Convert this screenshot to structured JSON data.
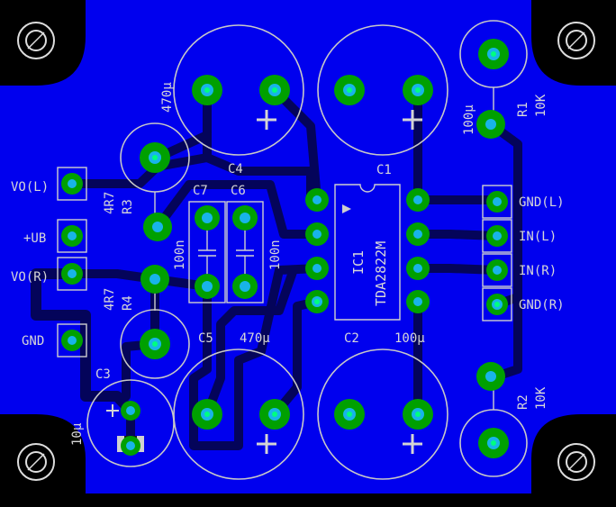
{
  "board": {
    "background_color": "#0000ee",
    "copper_pad_color": "#00a000",
    "via_hole_color": "#18b4e8",
    "trace_color": "#04045a",
    "silkscreen_color": "#d0d0d0"
  },
  "labels": {
    "c1_value": "470µ",
    "c1_name": "C1",
    "c2_value": "100µ",
    "c2_name": "C2",
    "c3_name": "C3",
    "c3_value": "10µ",
    "c4_name": "C4",
    "c5_name": "C5",
    "c5_value": "470µ",
    "c6_name": "C6",
    "c6_value": "100n",
    "c7_name": "C7",
    "c7_value": "100n",
    "r1_name": "R1",
    "r1_value": "10K",
    "r2_name": "R2",
    "r2_value": "10K",
    "r3_name": "R3",
    "r3_value": "4R7",
    "r4_name": "R4",
    "r4_value": "4R7",
    "top_right_cap_value": "100µ",
    "ic_name": "IC1",
    "ic_part": "TDA2822M",
    "connectors": {
      "vo_l": "VO(L)",
      "ub": "+UB",
      "vo_r": "VO(R)",
      "gnd": "GND",
      "gnd_l": "GND(L)",
      "in_l": "IN(L)",
      "in_r": "IN(R)",
      "gnd_r": "GND(R)"
    }
  }
}
